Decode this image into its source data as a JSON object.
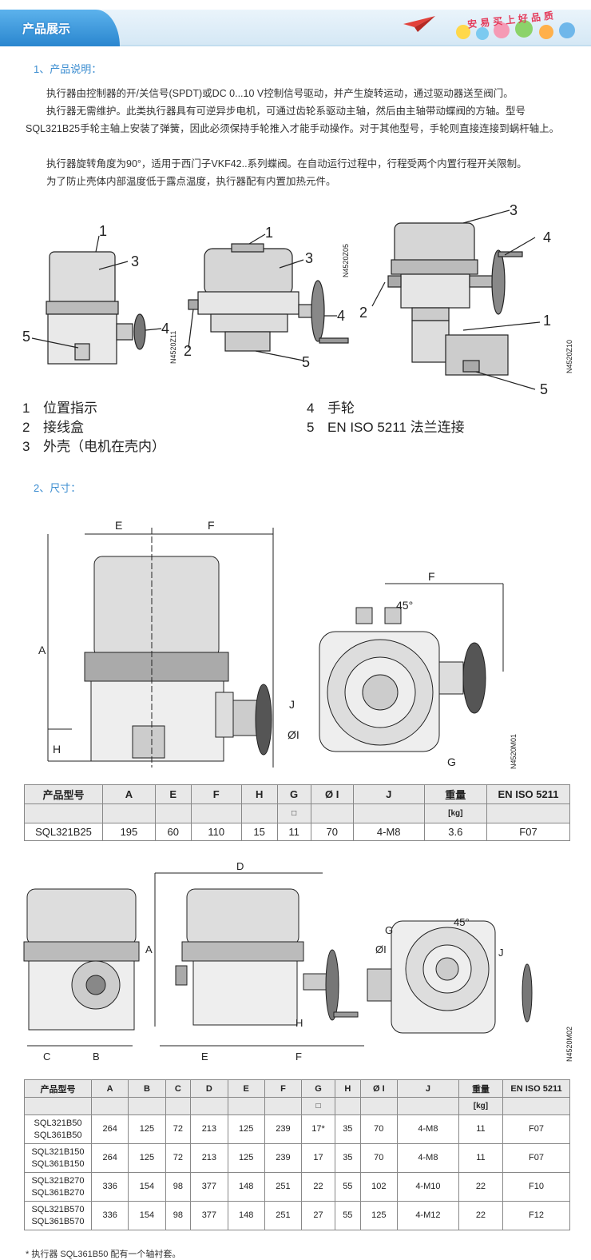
{
  "header": {
    "title": "产品展示",
    "slogan": "安易买上好品质"
  },
  "section1": {
    "title": "1、产品说明：",
    "paragraphs": [
      "执行器由控制器的开/关信号(SPDT)或DC 0...10 V控制信号驱动，并产生旋转运动，通过驱动器送至阀门。",
      "执行器无需维护。此类执行器具有可逆异步电机，可通过齿轮系驱动主轴，然后由主轴带动蝶阀的方轴。型号SQL321B25手轮主轴上安装了弹簧，因此必须保持手轮推入才能手动操作。对于其他型号，手轮则直接连接到蜗杆轴上。",
      "执行器旋转角度为90°，适用于西门子VKF42..系列蝶阀。在自动运行过程中，行程受两个内置行程开关限制。",
      "为了防止壳体内部温度低于露点温度，执行器配有内置加热元件。"
    ]
  },
  "figure1": {
    "codes": [
      "N4520Z11",
      "N4520Z05",
      "N4520Z10"
    ],
    "callouts": [
      "1",
      "2",
      "3",
      "4",
      "5"
    ]
  },
  "legend": [
    {
      "num": "1",
      "label": "位置指示"
    },
    {
      "num": "2",
      "label": "接线盒"
    },
    {
      "num": "3",
      "label": "外壳（电机在壳内）"
    },
    {
      "num": "4",
      "label": "手轮"
    },
    {
      "num": "5",
      "label": "EN ISO 5211 法兰连接"
    }
  ],
  "section2": {
    "title": "2、尺寸："
  },
  "figure2": {
    "labels": {
      "E": "E",
      "F": "F",
      "A": "A",
      "H": "H",
      "J": "J",
      "I": "ØI",
      "G": "G",
      "angle": "45°"
    },
    "code": "N4520M01"
  },
  "table1": {
    "headers": [
      "产品型号",
      "A",
      "E",
      "F",
      "H",
      "G",
      "Ø I",
      "J",
      "重量",
      "EN ISO 5211"
    ],
    "subheaders": [
      "",
      "",
      "",
      "",
      "",
      "□",
      "",
      "",
      "[kg]",
      ""
    ],
    "rows": [
      [
        "SQL321B25",
        "195",
        "60",
        "110",
        "15",
        "11",
        "70",
        "4-M8",
        "3.6",
        "F07"
      ]
    ]
  },
  "figure3": {
    "labels": {
      "C": "C",
      "B": "B",
      "D": "D",
      "A": "A",
      "E": "E",
      "F": "F",
      "H": "H",
      "G": "G",
      "I": "ØI",
      "J": "J",
      "angle": "45°"
    },
    "code": "N4520M02"
  },
  "table2": {
    "headers": [
      "产品型号",
      "A",
      "B",
      "C",
      "D",
      "E",
      "F",
      "G",
      "H",
      "Ø I",
      "J",
      "重量",
      "EN ISO 5211"
    ],
    "subheaders": [
      "",
      "",
      "",
      "",
      "",
      "",
      "",
      "□",
      "",
      "",
      "",
      "[kg]",
      ""
    ],
    "rows": [
      {
        "models": [
          "SQL321B50",
          "SQL361B50"
        ],
        "cells": [
          "264",
          "125",
          "72",
          "213",
          "125",
          "239",
          "17*",
          "35",
          "70",
          "4-M8",
          "11",
          "F07"
        ]
      },
      {
        "models": [
          "SQL321B150",
          "SQL361B150"
        ],
        "cells": [
          "264",
          "125",
          "72",
          "213",
          "125",
          "239",
          "17",
          "35",
          "70",
          "4-M8",
          "11",
          "F07"
        ]
      },
      {
        "models": [
          "SQL321B270",
          "SQL361B270"
        ],
        "cells": [
          "336",
          "154",
          "98",
          "377",
          "148",
          "251",
          "22",
          "55",
          "102",
          "4-M10",
          "22",
          "F10"
        ]
      },
      {
        "models": [
          "SQL321B570",
          "SQL361B570"
        ],
        "cells": [
          "336",
          "154",
          "98",
          "377",
          "148",
          "251",
          "27",
          "55",
          "125",
          "4-M12",
          "22",
          "F12"
        ]
      }
    ]
  },
  "footnote": "* 执行器 SQL361B50 配有一个轴衬套。"
}
